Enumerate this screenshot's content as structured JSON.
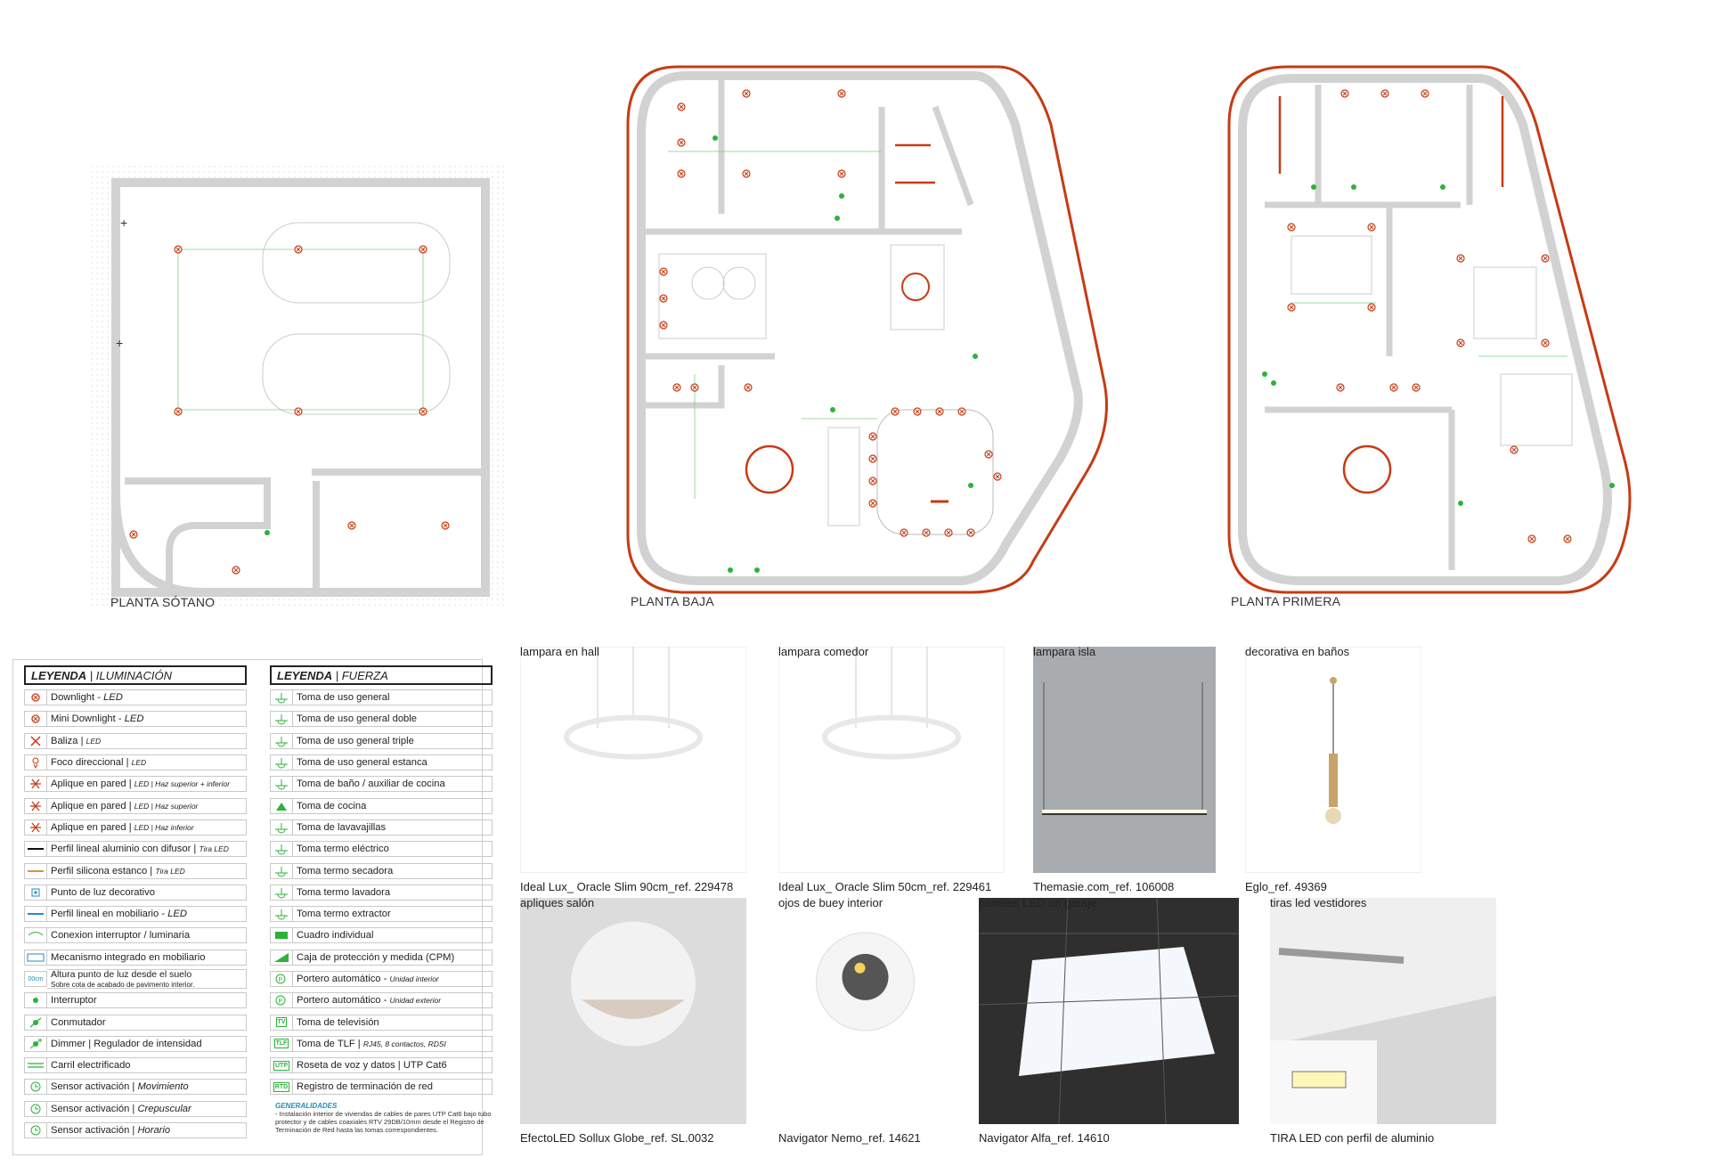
{
  "plans": {
    "basement_label": "PLANTA SÓTANO",
    "ground_label": "PLANTA BAJA",
    "first_label": "PLANTA PRIMERA"
  },
  "colors": {
    "accent_red": "#c63b14",
    "green": "#2bb33a",
    "wall": "#d9d9d9",
    "line": "#9a9a9a"
  },
  "legend": {
    "lighting_title": "LEYENDA",
    "lighting_sub": "| ILUMINACIÓN",
    "power_title": "LEYENDA",
    "power_sub": "| FUERZA",
    "lighting": [
      {
        "icon": "downlight-icon",
        "t1": "Downlight - ",
        "t2": "LED",
        "t3": ""
      },
      {
        "icon": "mini-downlight-icon",
        "t1": "Mini Downlight - ",
        "t2": "LED",
        "t3": ""
      },
      {
        "icon": "baliza-icon",
        "t1": "Baliza | ",
        "t2": "",
        "t3": "LED"
      },
      {
        "icon": "spotlight-icon",
        "t1": "Foco direccional | ",
        "t2": "",
        "t3": "LED"
      },
      {
        "icon": "wall-light-both-icon",
        "t1": "Aplique en pared | ",
        "t2": "",
        "t3": "LED | Haz superior + inferior"
      },
      {
        "icon": "wall-light-up-icon",
        "t1": "Aplique en pared | ",
        "t2": "",
        "t3": "LED | Haz superior"
      },
      {
        "icon": "wall-light-down-icon",
        "t1": "Aplique en pared | ",
        "t2": "",
        "t3": "LED | Haz inferior"
      },
      {
        "icon": "aluminium-profile-icon",
        "t1": "Perfil lineal aluminio con difusor | ",
        "t2": "",
        "t3": "Tira LED"
      },
      {
        "icon": "silicone-profile-icon",
        "t1": "Perfil silicona estanco | ",
        "t2": "",
        "t3": "Tira LED"
      },
      {
        "icon": "decorative-point-icon",
        "t1": "Punto de luz decorativo",
        "t2": "",
        "t3": ""
      },
      {
        "icon": "furniture-profile-icon",
        "t1": "Perfil lineal en mobiliario - ",
        "t2": "LED",
        "t3": ""
      },
      {
        "icon": "switch-connection-icon",
        "t1": "Conexion interruptor / luminaria",
        "t2": "",
        "t3": ""
      },
      {
        "icon": "integrated-mechanism-icon",
        "t1": "Mecanismo integrado en mobiliario",
        "t2": "",
        "t3": ""
      },
      {
        "icon": "height-icon",
        "t1": "Altura punto de luz desde el suelo",
        "t2": "",
        "t3": "",
        "note": "Sobre cota de acabado de pavimento interior.",
        "sym": "00cm"
      },
      {
        "icon": "switch-icon",
        "t1": "Interruptor",
        "t2": "",
        "t3": ""
      },
      {
        "icon": "commutator-icon",
        "t1": "Conmutador",
        "t2": "",
        "t3": ""
      },
      {
        "icon": "dimmer-icon",
        "t1": "Dimmer | Regulador de intensidad",
        "t2": "",
        "t3": ""
      },
      {
        "icon": "track-icon",
        "t1": "Carril electrificado",
        "t2": "",
        "t3": ""
      },
      {
        "icon": "motion-sensor-icon",
        "t1": "Sensor activación | ",
        "t2": "Movimiento",
        "t3": ""
      },
      {
        "icon": "twilight-sensor-icon",
        "t1": "Sensor activación | ",
        "t2": "Crepuscular",
        "t3": ""
      },
      {
        "icon": "timer-sensor-icon",
        "t1": "Sensor activación | ",
        "t2": "Horario",
        "t3": ""
      }
    ],
    "power": [
      {
        "icon": "socket-icon",
        "t1": "Toma de uso general",
        "t3": ""
      },
      {
        "icon": "double-socket-icon",
        "t1": "Toma de uso general doble",
        "t3": ""
      },
      {
        "icon": "triple-socket-icon",
        "t1": "Toma de uso general triple",
        "t3": ""
      },
      {
        "icon": "sealed-socket-icon",
        "t1": "Toma de uso general estanca",
        "t3": ""
      },
      {
        "icon": "bath-socket-icon",
        "t1": "Toma de baño / auxiliar de cocina",
        "t3": ""
      },
      {
        "icon": "kitchen-socket-icon",
        "t1": "Toma de cocina",
        "t3": ""
      },
      {
        "icon": "dishwasher-socket-icon",
        "t1": "Toma de lavavajillas",
        "t3": ""
      },
      {
        "icon": "boiler-socket-icon",
        "t1": "Toma termo eléctrico",
        "t3": ""
      },
      {
        "icon": "dryer-socket-icon",
        "t1": "Toma termo secadora",
        "t3": ""
      },
      {
        "icon": "washer-socket-icon",
        "t1": "Toma termo lavadora",
        "t3": ""
      },
      {
        "icon": "extractor-socket-icon",
        "t1": "Toma termo extractor",
        "t3": ""
      },
      {
        "icon": "panel-icon",
        "t1": "Cuadro individual",
        "t3": ""
      },
      {
        "icon": "cpm-icon",
        "t1": "Caja de protección y medida (CPM)",
        "t3": ""
      },
      {
        "icon": "intercom-int-icon",
        "t1": "Portero automático - ",
        "t3": "Unidad interior"
      },
      {
        "icon": "intercom-ext-icon",
        "t1": "Portero automático - ",
        "t3": "Unidad exterior"
      },
      {
        "icon": "tv-icon",
        "t1": "Toma de televisión",
        "t3": "",
        "sym": "TV"
      },
      {
        "icon": "phone-icon",
        "t1": "Toma de TLF | ",
        "t3": "RJ45, 8 contactos, RDSI",
        "sym": "TLF"
      },
      {
        "icon": "utp-icon",
        "t1": "Roseta de voz y datos | UTP Cat6",
        "t3": "",
        "sym": "UTP"
      },
      {
        "icon": "rtd-icon",
        "t1": "Registro de terminación de red",
        "t3": "",
        "sym": "RTD"
      }
    ],
    "general_title": "GENERALIDADES",
    "general_text": "- Instalación interior de viviendas de cables de pares UTP Cat6 bajo tubo protector y de cables coaxiales RTV 29DB/10mm desde el Registro de Terminación de Red hasta las tomas correspondientes."
  },
  "products": [
    {
      "title": "lampara en hall",
      "caption": "Ideal Lux_ Oracle Slim 90cm_ref. 229478"
    },
    {
      "title": "lampara comedor",
      "caption": "Ideal Lux_ Oracle Slim 50cm_ref. 229461"
    },
    {
      "title": "lampara isla",
      "caption": "Themasie.com_ref. 106008"
    },
    {
      "title": "decorativa en baños",
      "caption": "Eglo_ref. 49369"
    },
    {
      "title": "apliques salón",
      "caption": "EfectoLED Sollux Globe_ref. SL.0032"
    },
    {
      "title": "ojos de buey interior",
      "caption": "Navigator Nemo_ref. 14621"
    },
    {
      "title": "paneles LED en garaje",
      "caption": "Navigator Alfa_ref. 14610"
    },
    {
      "title": "tiras led vestidores",
      "caption": "TIRA LED con perfil de aluminio"
    }
  ]
}
